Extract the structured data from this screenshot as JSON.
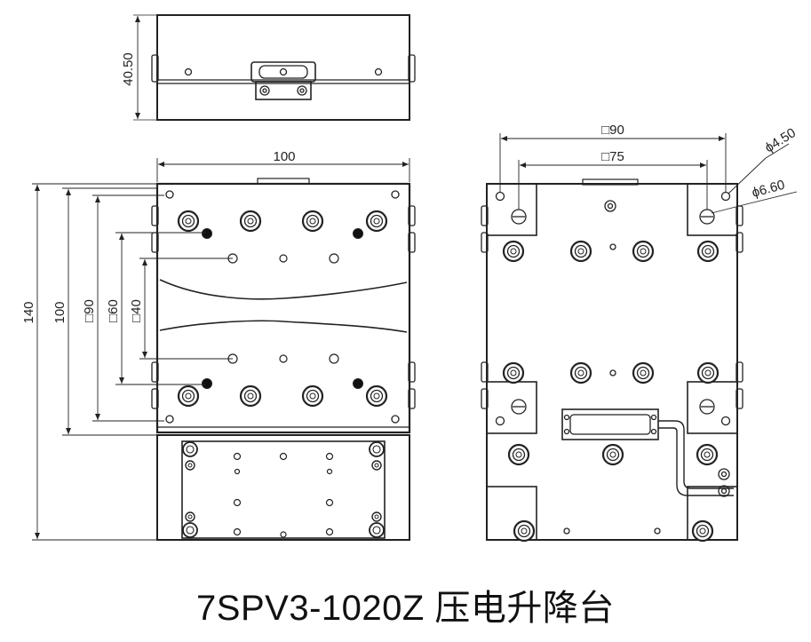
{
  "caption": "7SPV3-1020Z 压电升降台",
  "dimensions": {
    "side_height": "40.50",
    "front_width": "100",
    "front_total_height": "140",
    "front_height": "100",
    "sq90_v": "□90",
    "sq60_v": "□60",
    "sq40_v": "□40",
    "back_sq90": "□90",
    "back_sq75": "□75",
    "hole_d1": "ϕ4.50",
    "hole_d2": "ϕ6.60"
  }
}
